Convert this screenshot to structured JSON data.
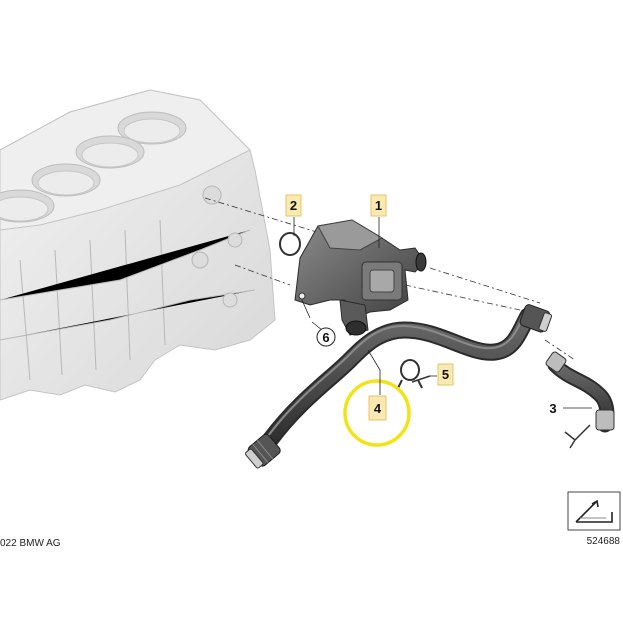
{
  "callouts": [
    {
      "id": "1",
      "label": "1",
      "style": "box"
    },
    {
      "id": "2",
      "label": "2",
      "style": "box"
    },
    {
      "id": "3",
      "label": "3",
      "style": "plain"
    },
    {
      "id": "4",
      "label": "4",
      "style": "box-highlighted"
    },
    {
      "id": "5",
      "label": "5",
      "style": "box"
    },
    {
      "id": "6",
      "label": "6",
      "style": "circle"
    }
  ],
  "copyright": "022 BMW AG",
  "diagram_number": "524688",
  "colors": {
    "callout_fill": "#fbeab0",
    "highlight_ring": "#f2e317",
    "hose": "#4a4a4a",
    "engine_block": "#e6e6e6"
  }
}
